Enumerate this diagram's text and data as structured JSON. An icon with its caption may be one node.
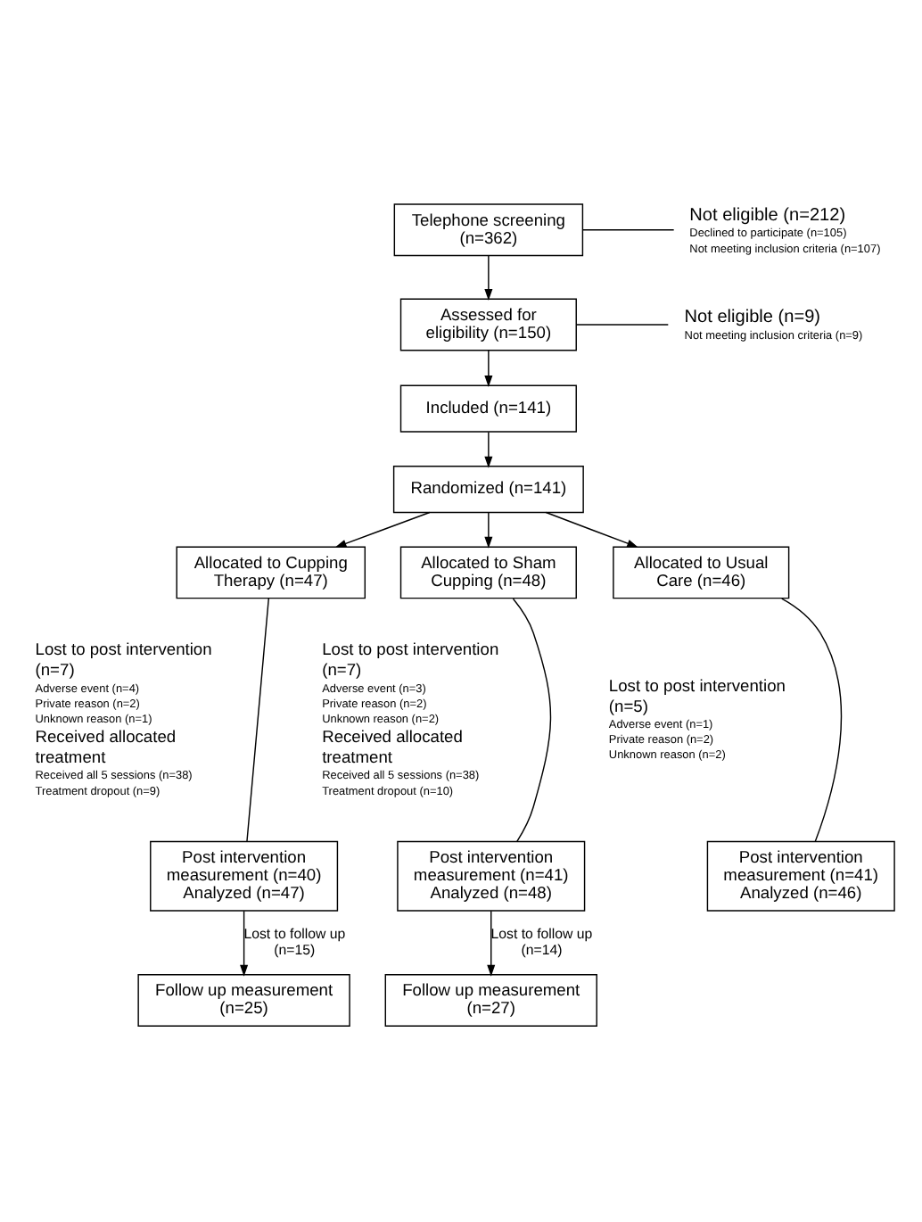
{
  "diagram": {
    "nodes": [
      {
        "text": [
          "Telephone screening (n=362)"
        ]
      },
      {
        "text": [
          "Not eligible (n=212)",
          "Declined to participate (n=105) Not meeting inclusion criteria (n=107)"
        ]
      },
      {
        "text": [
          "Assessed for eligibility (n=150)"
        ]
      },
      {
        "text": [
          "Not eligible (n=9)",
          "Not meeting inclusion criteria (n=9)"
        ]
      },
      {
        "text": [
          "Included (n=141)"
        ]
      },
      {
        "text": [
          "Randomized (n=141)"
        ]
      },
      {
        "text": [
          "Allocated to Cupping Therapy (n=47)"
        ]
      },
      {
        "text": [
          "Allocated to Sham Cupping (n=48)"
        ]
      },
      {
        "text": [
          "Allocated to Usual Care (n=46)"
        ]
      },
      {
        "text": [
          "Lost to post intervention (n=7)",
          "Adverse event (n=4) Private reason (n=2) Unknown reason (n=1)",
          "Received allocated treatment",
          "Received all 5 sessions (n=38) Treatment dropout (n=9)"
        ]
      },
      {
        "text": [
          "Lost to post intervention (n=7)",
          "Adverse event (n=3) Private reason (n=2) Unknown reason (n=2)",
          "Received allocated treatment",
          "Received all 5 sessions (n=38) Treatment dropout (n=10)"
        ]
      },
      {
        "text": [
          "Lost to post intervention (n=5)",
          "Adverse event (n=1) Private reason (n=2) Unknown reason (n=2)"
        ]
      },
      {
        "text": [
          "Post intervention measurement (n=40)",
          "Analyzed (n=47)"
        ]
      },
      {
        "text": [
          "Post intervention measurement (n=41)",
          "Analyzed (n=48)"
        ]
      },
      {
        "text": [
          "Post intervention measurement (n=41)",
          "Analyzed (n=46)"
        ]
      },
      {
        "text": [
          "Follow up measurement (n=25)"
        ]
      },
      {
        "text": [
          "Follow up measurement (n=27)"
        ]
      }
    ],
    "edges": [
      {
        "from": 0,
        "to": 2,
        "arrow": "to"
      },
      {
        "from": 0,
        "to": 1,
        "arrow": "none"
      },
      {
        "from": 2,
        "to": 4,
        "arrow": "to"
      },
      {
        "from": 2,
        "to": 3,
        "arrow": "none"
      },
      {
        "from": 4,
        "to": 5,
        "arrow": "to"
      },
      {
        "from": 5,
        "to": 6,
        "arrow": "to"
      },
      {
        "from": 5,
        "to": 7,
        "arrow": "to"
      },
      {
        "from": 5,
        "to": 8,
        "arrow": "to"
      },
      {
        "from": 6,
        "to": 12,
        "arrow": "none"
      },
      {
        "from": 7,
        "to": 13,
        "arrow": "none"
      },
      {
        "from": 8,
        "to": 14,
        "arrow": "none"
      },
      {
        "from": 12,
        "to": 15,
        "arrow": "to",
        "label": "Lost to follow up (n=15)"
      },
      {
        "from": 13,
        "to": 16,
        "arrow": "to",
        "label": "Lost to follow up (n=14)"
      }
    ]
  }
}
